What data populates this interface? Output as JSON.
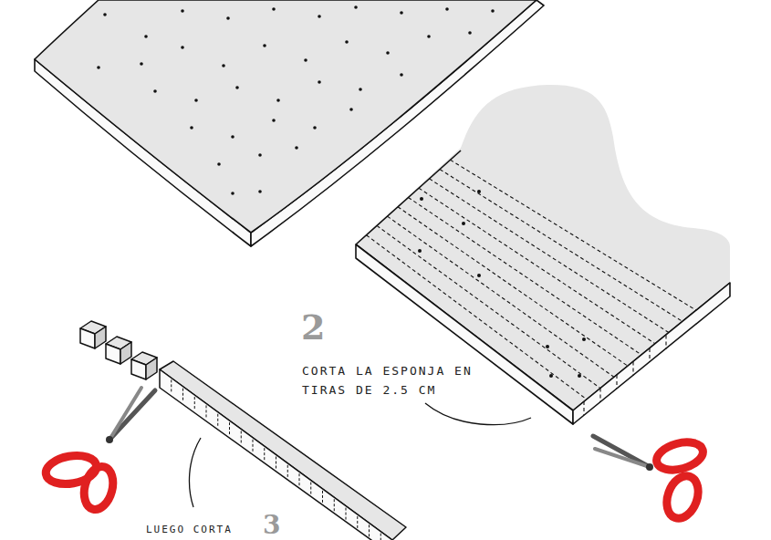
{
  "diagram": {
    "labels": [
      "2",
      "CORTA LA ESPONJA EN TIRAS DE 2.5 CM",
      "LUEGO CORTA",
      "3"
    ]
  }
}
